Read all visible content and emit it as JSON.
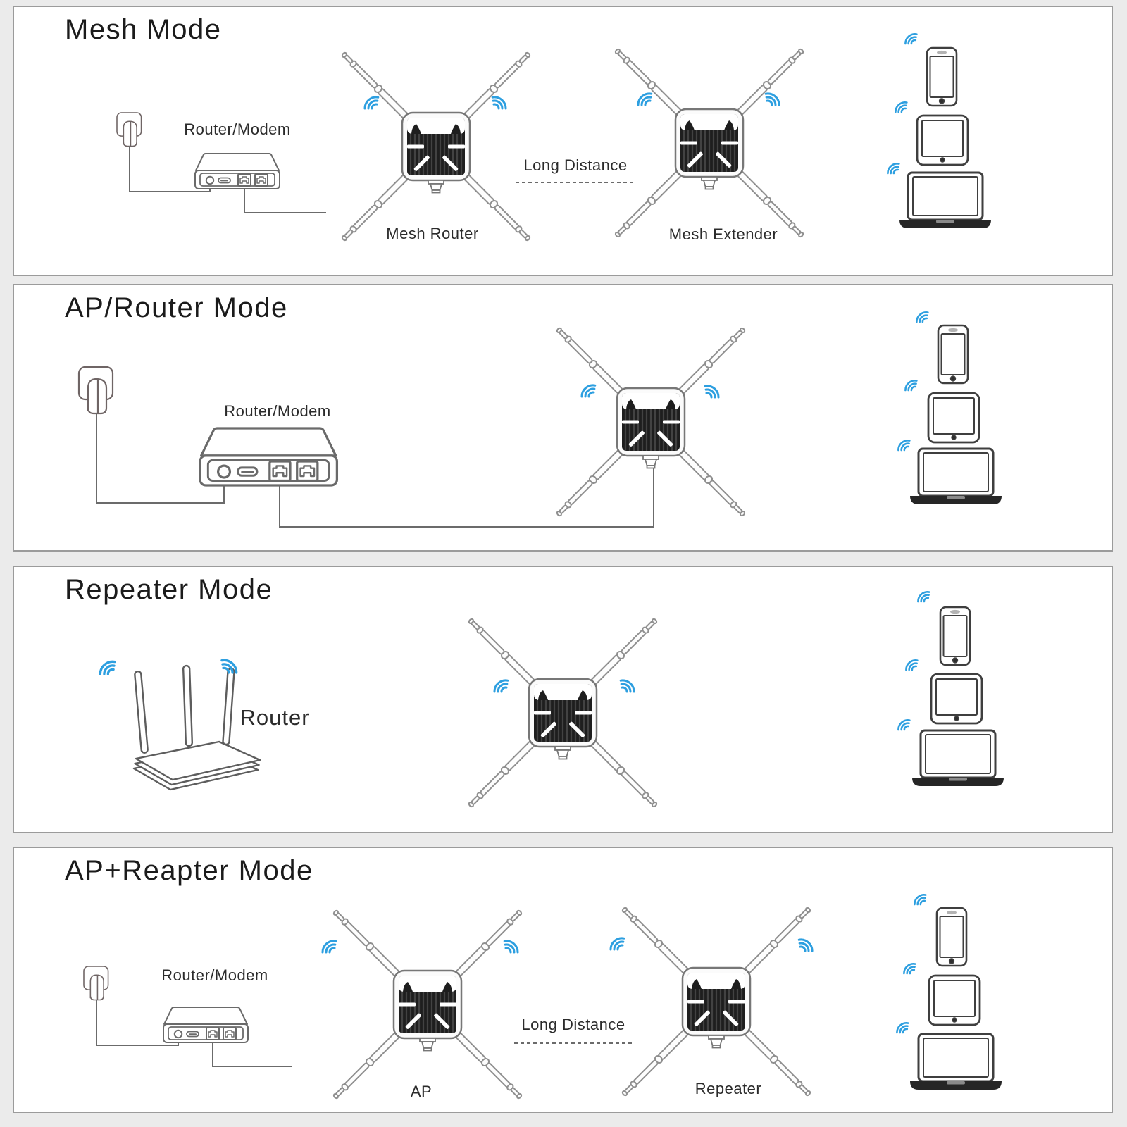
{
  "page": {
    "background": "#ebebeb",
    "panel_background": "#ffffff",
    "panel_border": "#9b9b9b"
  },
  "colors": {
    "wifi_blue": "#2d9fe0",
    "line_art": "#6b6b6b",
    "device_faceplate": "#1e1e1e",
    "label_text": "#2b2b2b"
  },
  "icons": {
    "wifi-signal-icon": "three blue radiating arcs",
    "power-plug-icon": "wall plug outline",
    "router-modem-icon": "modem box with power, usb and two ethernet ports",
    "outdoor-ap-icon": "square access point with four X antennas",
    "router-icon": "three-antenna wireless router",
    "phone-icon": "smartphone outline",
    "tablet-icon": "tablet outline",
    "laptop-icon": "laptop outline"
  },
  "panels": [
    {
      "title": "Mesh Mode",
      "labels": {
        "modem": "Router/Modem",
        "left_device": "Mesh Router",
        "distance": "Long Distance",
        "right_device": "Mesh Extender"
      }
    },
    {
      "title": "AP/Router Mode",
      "labels": {
        "modem": "Router/Modem"
      }
    },
    {
      "title": "Repeater Mode",
      "labels": {
        "router": "Router"
      }
    },
    {
      "title": "AP+Reapter Mode",
      "labels": {
        "modem": "Router/Modem",
        "left_device": "AP",
        "distance": "Long Distance",
        "right_device": "Repeater"
      }
    }
  ]
}
